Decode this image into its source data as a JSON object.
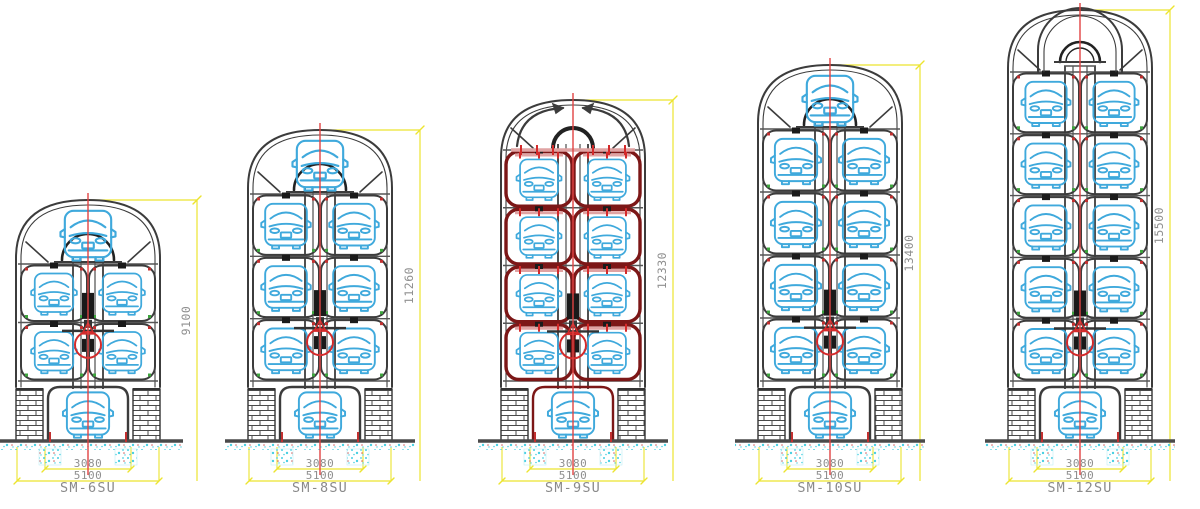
{
  "diagram": {
    "type": "technical-drawing",
    "description": "Front elevation drawings of five rotary (vertical carousel) smart parking system models",
    "colors": {
      "car": "#3fa9dc",
      "frame": "#3c3c3c",
      "beam": "#555555",
      "dim_line": "#ece42f",
      "dim_text": "#8f8f8f",
      "label_text": "#8a8a8a",
      "center_line": "#e04343",
      "cage": "#7c1717",
      "cage_accent": "#d42a2a",
      "accent_red": "#c23030",
      "accent_green": "#3da53d",
      "ground": "#4a4a4a",
      "footing_speckle": "#49cfe2",
      "mech_dark": "#1a1a1a"
    },
    "models": [
      {
        "name": "SM-6SU",
        "top_style": "car",
        "side_rows": 2,
        "caged": false,
        "dimensions": {
          "height": "9100",
          "inner_width": "3080",
          "outer_width": "5100"
        }
      },
      {
        "name": "SM-8SU",
        "top_style": "car",
        "side_rows": 3,
        "caged": false,
        "dimensions": {
          "height": "11260",
          "inner_width": "3080",
          "outer_width": "5100"
        }
      },
      {
        "name": "SM-9SU",
        "top_style": "arrows",
        "side_rows": 4,
        "caged": true,
        "dimensions": {
          "height": "12330",
          "inner_width": "3080",
          "outer_width": "5100"
        }
      },
      {
        "name": "SM-10SU",
        "top_style": "car",
        "side_rows": 4,
        "caged": false,
        "dimensions": {
          "height": "13400",
          "inner_width": "3080",
          "outer_width": "5100"
        }
      },
      {
        "name": "SM-12SU",
        "top_style": "dome",
        "side_rows": 5,
        "caged": false,
        "dimensions": {
          "height": "15500",
          "inner_width": "3080",
          "outer_width": "5100"
        }
      }
    ]
  }
}
